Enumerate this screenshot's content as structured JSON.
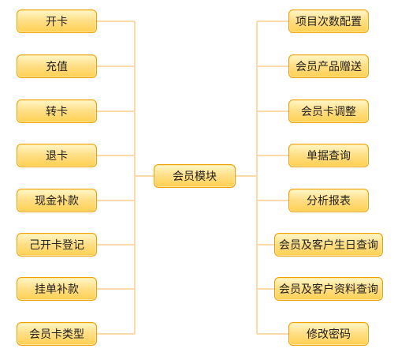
{
  "center": {
    "label": "会员模块"
  },
  "left_nodes": [
    {
      "label": "开卡"
    },
    {
      "label": "充值"
    },
    {
      "label": "转卡"
    },
    {
      "label": "退卡"
    },
    {
      "label": "现金补款"
    },
    {
      "label": "己开卡登记"
    },
    {
      "label": "挂单补款"
    },
    {
      "label": "会员卡类型"
    }
  ],
  "right_nodes": [
    {
      "label": "项目次数配置"
    },
    {
      "label": "会员产品赠送"
    },
    {
      "label": "会员卡调整"
    },
    {
      "label": "单据查询"
    },
    {
      "label": "分析报表"
    },
    {
      "label": "会员及客户生日查询"
    },
    {
      "label": "会员及客户资料查询"
    },
    {
      "label": "修改密码"
    }
  ],
  "colors": {
    "connector": "#fcd9a8",
    "node_border": "#f0a000",
    "node_fill_top": "#fff7c8",
    "node_fill_bottom": "#ffcf50"
  }
}
